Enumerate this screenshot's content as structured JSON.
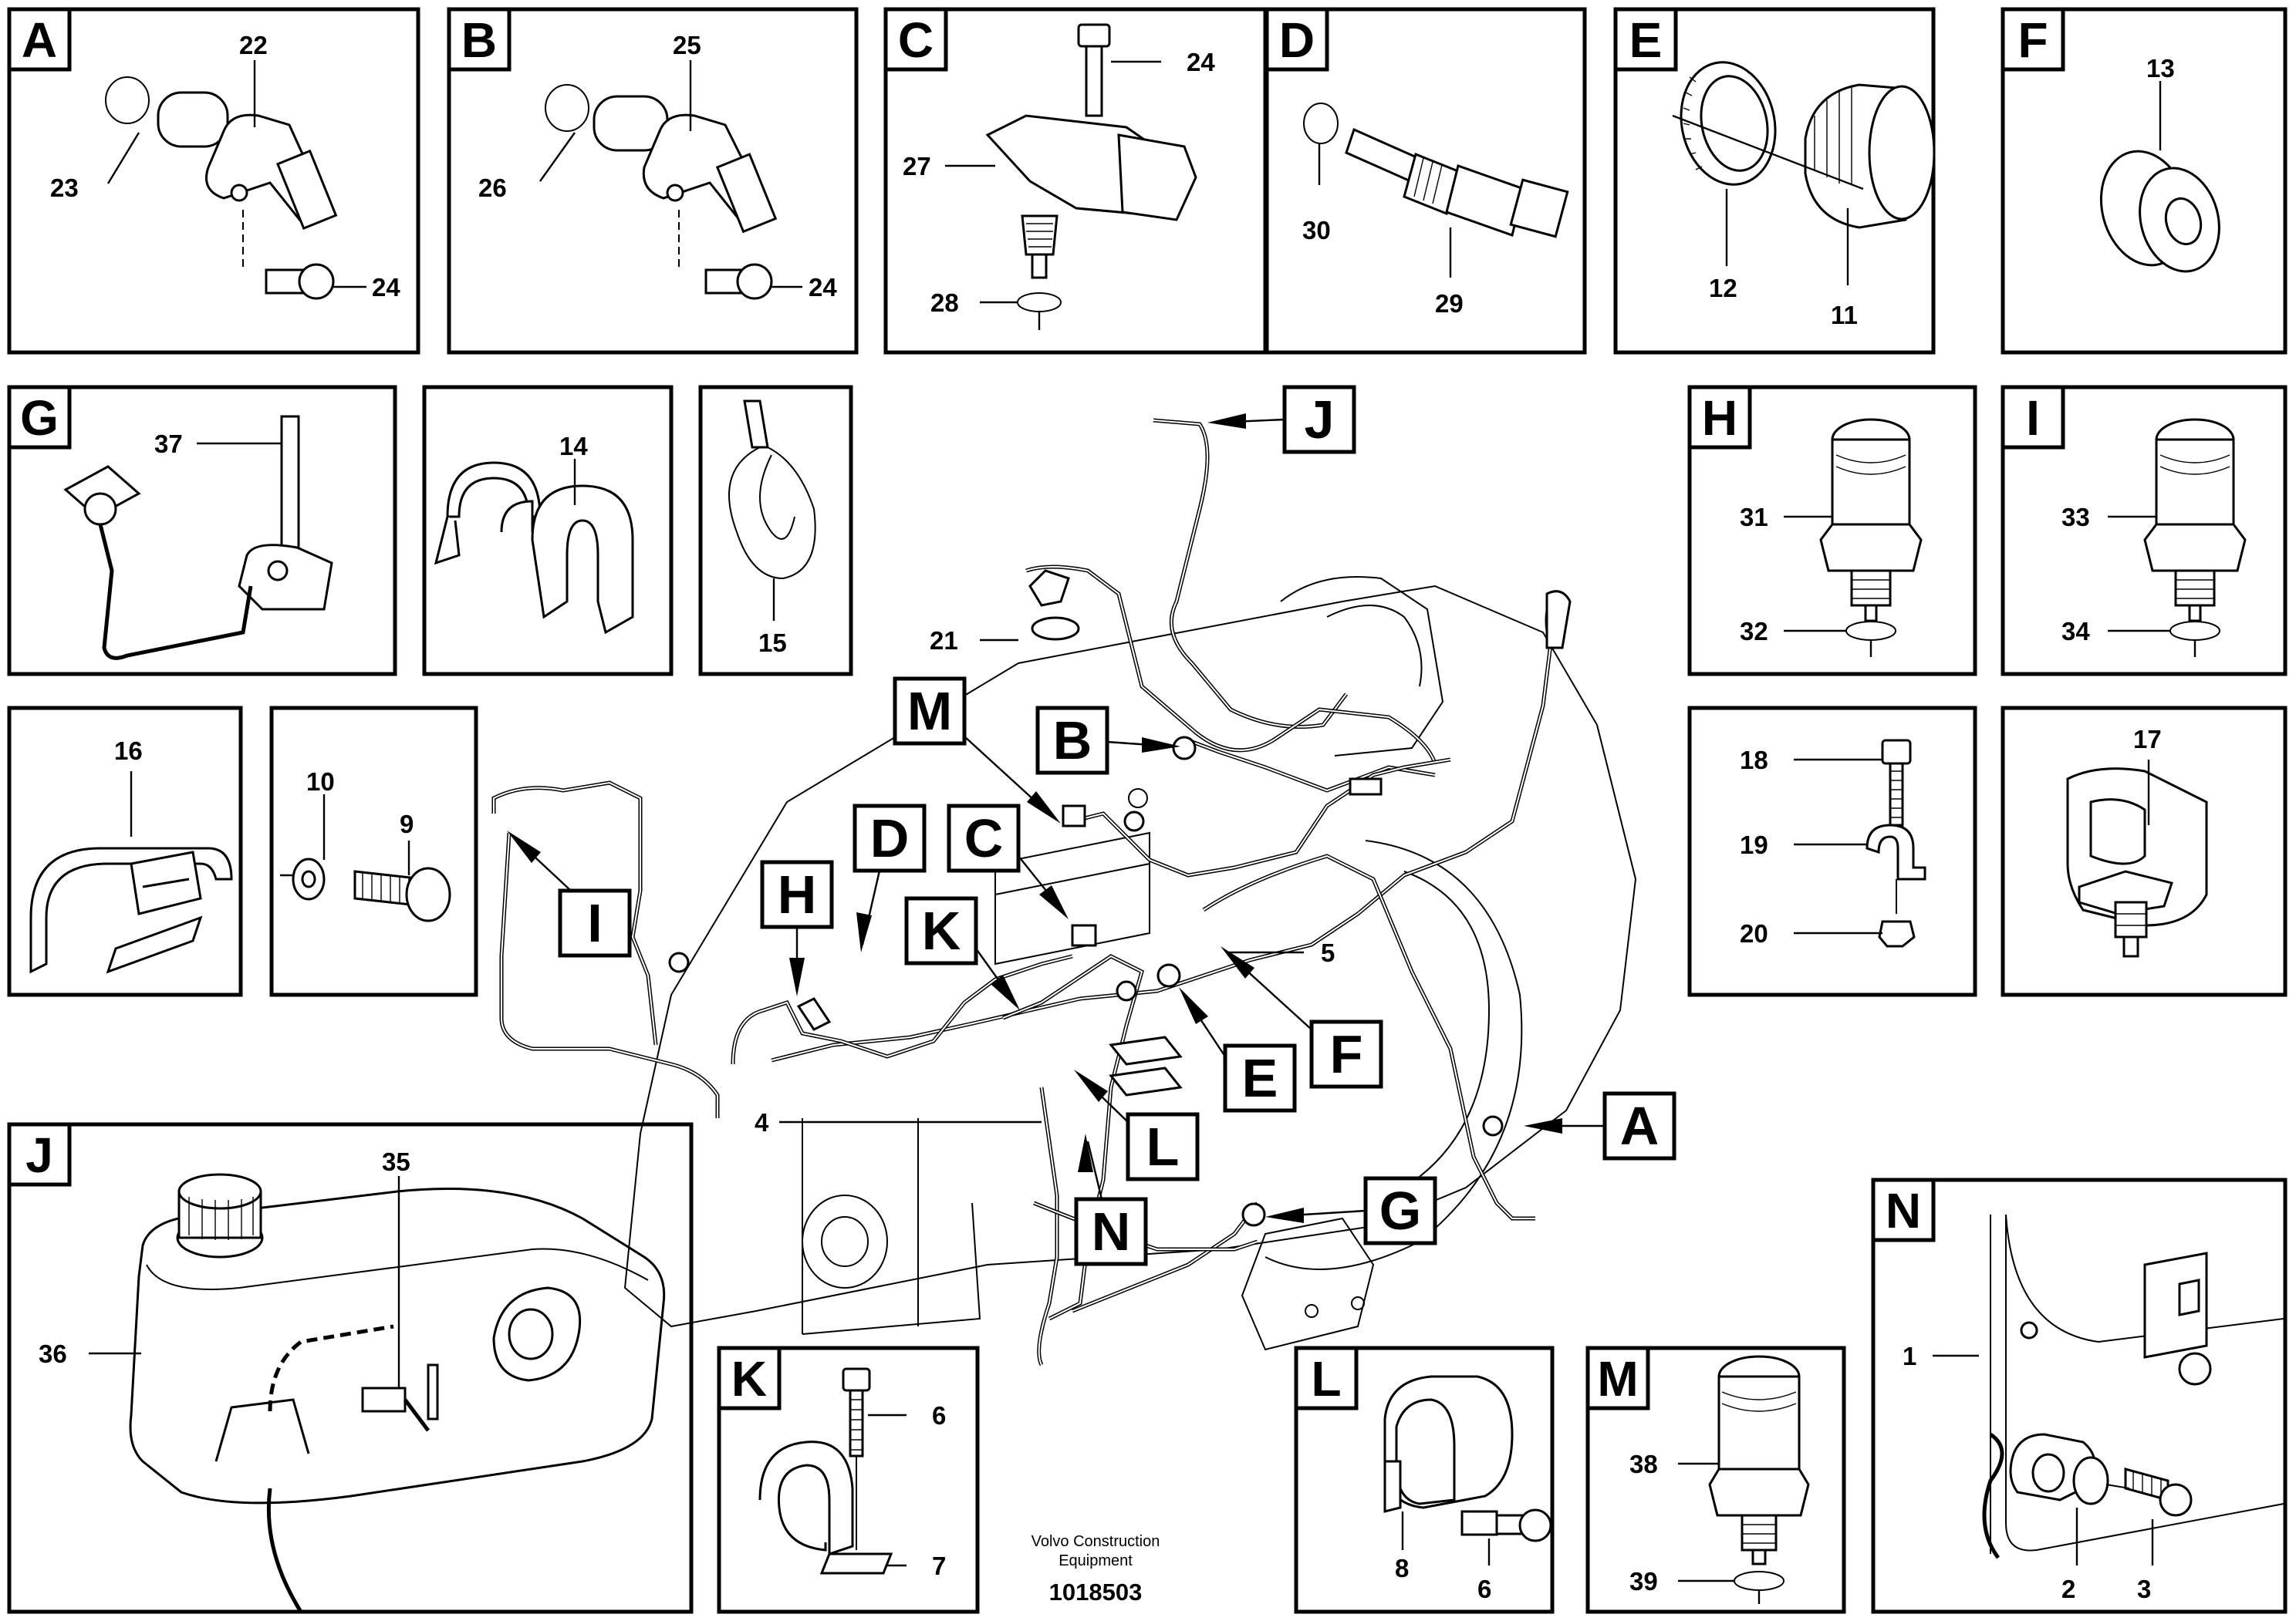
{
  "footer": {
    "company_line1": "Volvo Construction",
    "company_line2": "Equipment",
    "document_number": "1018503"
  },
  "main_view_callouts": [
    "A",
    "B",
    "C",
    "D",
    "E",
    "F",
    "G",
    "H",
    "I",
    "J",
    "K",
    "L",
    "M",
    "N"
  ],
  "main_view_numbers": [
    "21",
    "5",
    "4"
  ],
  "panels": [
    {
      "letter": "A",
      "numbers": [
        "22",
        "23",
        "24"
      ]
    },
    {
      "letter": "B",
      "numbers": [
        "25",
        "26",
        "24"
      ]
    },
    {
      "letter": "C",
      "numbers": [
        "24",
        "27",
        "28"
      ]
    },
    {
      "letter": "D",
      "numbers": [
        "30",
        "29"
      ]
    },
    {
      "letter": "E",
      "numbers": [
        "12",
        "11"
      ]
    },
    {
      "letter": "F",
      "numbers": [
        "13"
      ]
    },
    {
      "letter": "G",
      "numbers": [
        "37"
      ]
    },
    {
      "letter": "",
      "numbers": [
        "14"
      ]
    },
    {
      "letter": "",
      "numbers": [
        "15"
      ]
    },
    {
      "letter": "H",
      "numbers": [
        "31",
        "32"
      ]
    },
    {
      "letter": "I",
      "numbers": [
        "33",
        "34"
      ]
    },
    {
      "letter": "",
      "numbers": [
        "16"
      ]
    },
    {
      "letter": "",
      "numbers": [
        "10",
        "9"
      ]
    },
    {
      "letter": "",
      "numbers": [
        "18",
        "19",
        "20"
      ]
    },
    {
      "letter": "",
      "numbers": [
        "17"
      ]
    },
    {
      "letter": "J",
      "numbers": [
        "35",
        "36"
      ]
    },
    {
      "letter": "K",
      "numbers": [
        "6",
        "7"
      ]
    },
    {
      "letter": "L",
      "numbers": [
        "8",
        "6"
      ]
    },
    {
      "letter": "M",
      "numbers": [
        "38",
        "39"
      ]
    },
    {
      "letter": "N",
      "numbers": [
        "1",
        "2",
        "3"
      ]
    }
  ]
}
